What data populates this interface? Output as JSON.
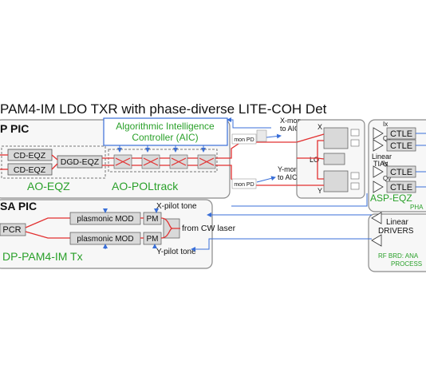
{
  "title": "PAM4-IM LDO TXR with phase-diverse LITE-COH Det",
  "rx_pic": {
    "label": "P PIC",
    "aic_line1": "Algorithmic Intelligence",
    "aic_line2": "Controller (AIC)",
    "cd_eqz_1": "CD-EQZ",
    "cd_eqz_2": "CD-EQZ",
    "dgd_eqz": "DGD-EQZ",
    "ao_eqz": "AO-EQZ",
    "ao_poltrack": "AO-POLtrack",
    "x_mon": "X-mon",
    "to_aic_1": "to AIC",
    "y_mon": "Y-mon",
    "to_aic_2": "to AIC",
    "mon_pd_1": "mon PD",
    "mon_pd_2": "mon PD",
    "x": "X",
    "lo": "LO",
    "y": "Y"
  },
  "rx_elec": {
    "ix": "Ix",
    "qx": "Qx",
    "iy": "Iy",
    "qy": "Qy",
    "ctle_1": "CTLE",
    "ctle_2": "CTLE",
    "ctle_3": "CTLE",
    "ctle_4": "CTLE",
    "linear_tias_1": "Linear",
    "linear_tias_2": "TIAs",
    "asp_eqz": "ASP-EQZ",
    "pha": "PHA"
  },
  "tx_pic": {
    "label": "SA PIC",
    "pcr": "PCR",
    "mod_1": "plasmonic MOD",
    "mod_2": "plasmonic MOD",
    "pm_1": "PM",
    "pm_2": "PM",
    "x_pilot": "X-pilot tone",
    "y_pilot": "Y-pilot tone",
    "cw_laser": "from CW laser",
    "dp_pam4": "DP-PAM4-IM Tx"
  },
  "drivers": {
    "line1": "Linear",
    "line2": "DRIVERS"
  },
  "rf_brd": {
    "line1": "RF BRD: ANA",
    "line2": "PROCESS"
  },
  "colors": {
    "optical_path": "#e23030",
    "electrical_path": "#3a6fd8",
    "label_green": "#2aa02a",
    "aic_green": "#2aa02a",
    "block_fill": "#d9d9d9",
    "panel_border": "#8a8a8a"
  }
}
